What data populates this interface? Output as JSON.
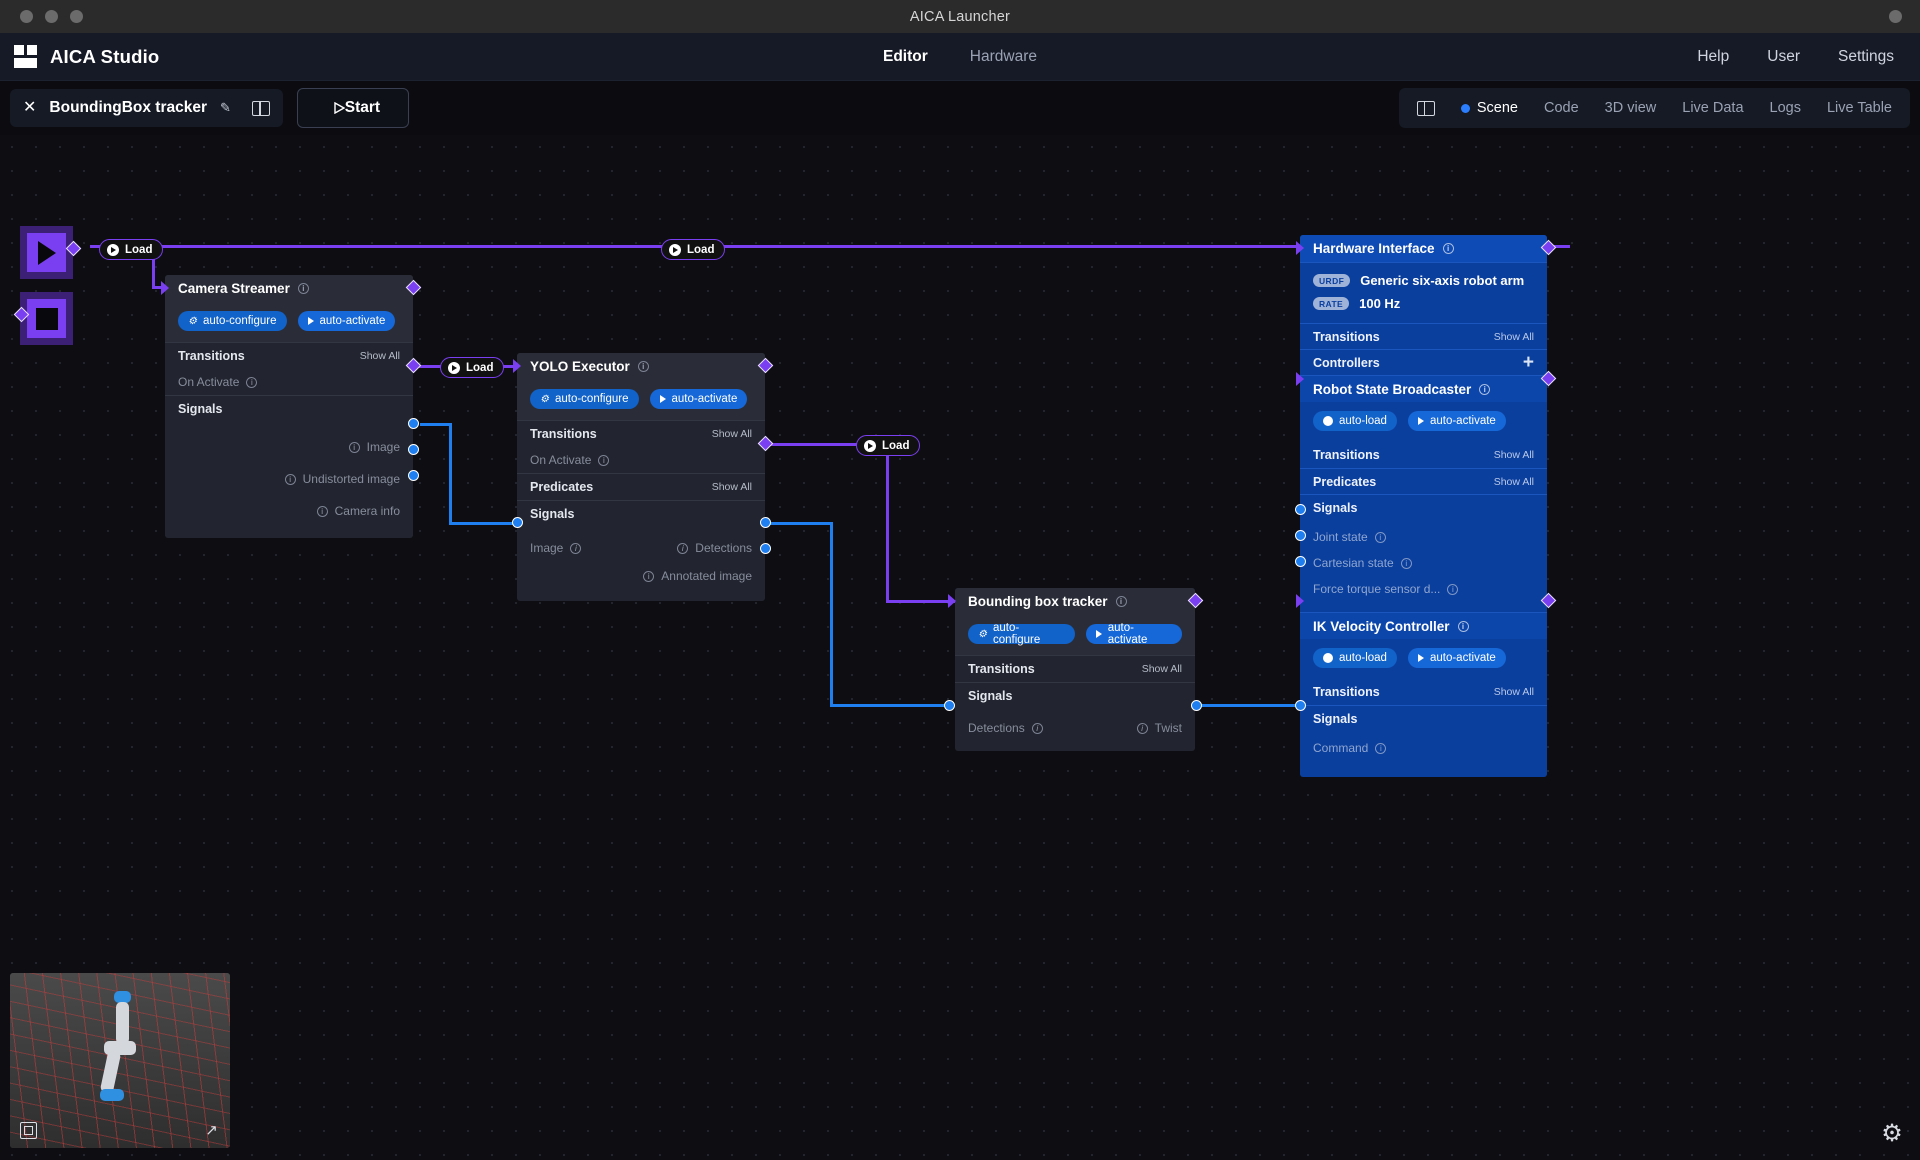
{
  "window": {
    "title": "AICA Launcher"
  },
  "app": {
    "brand": "AICA Studio",
    "nav": [
      {
        "label": "Editor",
        "active": true
      },
      {
        "label": "Hardware",
        "active": false
      }
    ],
    "right": [
      "Help",
      "User",
      "Settings"
    ]
  },
  "toolbar": {
    "close_label": "✕",
    "project_name": "BoundingBox tracker",
    "edit_icon": "✎",
    "start_label": "Start",
    "view_tabs": [
      {
        "label": "Scene",
        "active": true
      },
      {
        "label": "Code",
        "active": false
      },
      {
        "label": "3D view",
        "active": false
      },
      {
        "label": "Live Data",
        "active": false
      },
      {
        "label": "Logs",
        "active": false
      },
      {
        "label": "Live Table",
        "active": false
      }
    ]
  },
  "labels": {
    "show_all": "Show All",
    "transitions": "Transitions",
    "predicates": "Predicates",
    "signals": "Signals",
    "on_activate": "On Activate",
    "controllers": "Controllers",
    "load": "Load",
    "auto_configure": "auto-configure",
    "auto_activate": "auto-activate",
    "auto_load": "auto-load"
  },
  "nodes": {
    "camera_streamer": {
      "title": "Camera Streamer",
      "outputs": [
        "Image",
        "Undistorted image",
        "Camera info"
      ]
    },
    "yolo_executor": {
      "title": "YOLO Executor",
      "inputs": [
        "Image"
      ],
      "outputs": [
        "Detections",
        "Annotated image"
      ]
    },
    "bounding_box_tracker": {
      "title": "Bounding box tracker",
      "inputs": [
        "Detections"
      ],
      "outputs": [
        "Twist"
      ]
    },
    "hardware_interface": {
      "title": "Hardware Interface",
      "urdf_tag": "URDF",
      "urdf_value": "Generic six-axis robot arm",
      "rate_tag": "RATE",
      "rate_value": "100 Hz"
    },
    "robot_state_broadcaster": {
      "title": "Robot State Broadcaster",
      "outputs": [
        "Joint state",
        "Cartesian state",
        "Force torque sensor d..."
      ]
    },
    "ik_velocity_controller": {
      "title": "IK Velocity Controller",
      "inputs": [
        "Command"
      ]
    }
  },
  "colors": {
    "accent_purple": "#7b3ff2",
    "accent_blue": "#1f7ff0",
    "node_blue": "#0b3f9e",
    "pill_blue": "#1162c9"
  }
}
